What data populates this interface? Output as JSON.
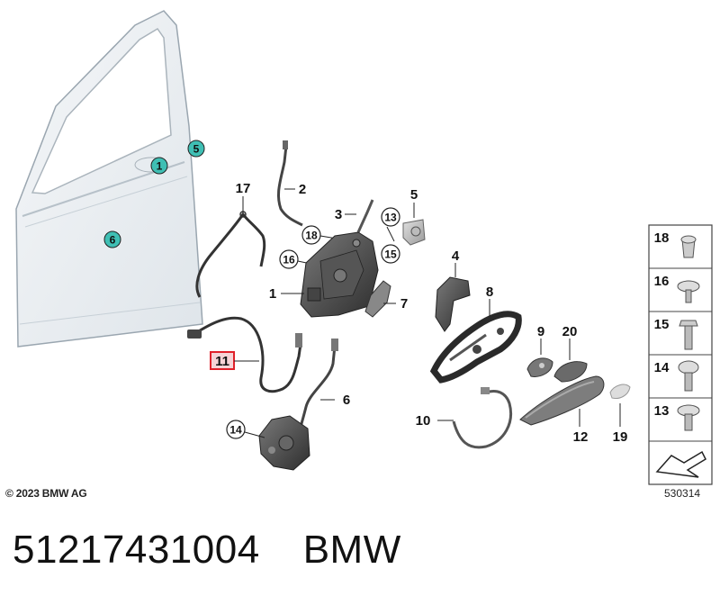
{
  "callouts": {
    "door_1": "1",
    "door_5": "5",
    "door_6": "6",
    "n17": "17",
    "n2": "2",
    "n3": "3",
    "n13": "13",
    "n5": "5",
    "n18": "18",
    "n15": "15",
    "n16": "16",
    "n1": "1",
    "n7": "7",
    "n4": "4",
    "n8": "8",
    "n11": "11",
    "n6": "6",
    "n14": "14",
    "n9": "9",
    "n20": "20",
    "n10": "10",
    "n12": "12",
    "n19": "19"
  },
  "side_panel": {
    "items": [
      {
        "label": "18",
        "icon": "clip-nut-icon"
      },
      {
        "label": "16",
        "icon": "flat-head-screw-icon"
      },
      {
        "label": "15",
        "icon": "hex-bolt-icon"
      },
      {
        "label": "14",
        "icon": "round-head-screw-icon"
      },
      {
        "label": "13",
        "icon": "flange-bolt-icon"
      }
    ],
    "last_icon": "arrow-icon"
  },
  "footer": {
    "copyright": "© 2023 BMW AG",
    "image_number": "530314",
    "part_number": "51217431004",
    "brand": "BMW"
  },
  "colors": {
    "teal_callout": "#3fbfb4",
    "highlight_red": "#e0202a",
    "highlight_fill": "#f6d3d6",
    "part_gray": "#3a3a3a"
  }
}
